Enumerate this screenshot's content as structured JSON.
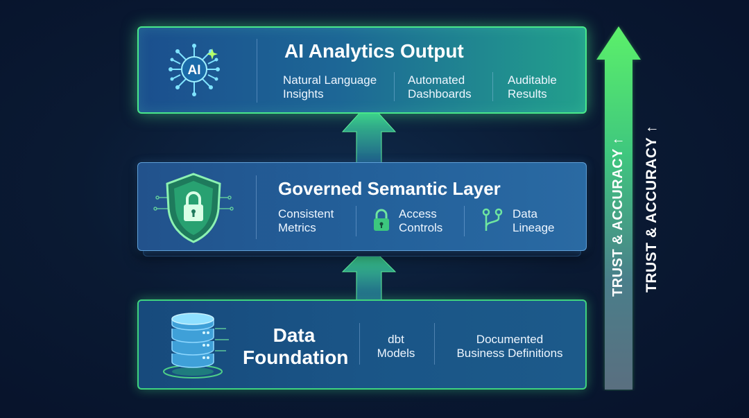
{
  "layers": {
    "ai": {
      "title": "AI Analytics Output",
      "items": [
        "Natural Language\nInsights",
        "Automated\nDashboards",
        "Auditable\nResults"
      ],
      "icon": "ai-chip-icon"
    },
    "semantic": {
      "title": "Governed Semantic Layer",
      "items": [
        "Consistent\nMetrics",
        "Access\nControls",
        "Data\nLineage"
      ],
      "icon": "shield-lock-icon"
    },
    "data": {
      "title": "Data\nFoundation",
      "items": [
        "dbt\nModels",
        "Documented\nBusiness Definitions"
      ],
      "icon": "database-icon"
    }
  },
  "trust": {
    "label_inner": "TRUST & ACCURACY ↑",
    "label_outer": "TRUST & ACCURACY ↑"
  },
  "colors": {
    "accent_green": "#49e88a",
    "layer_blue": "#1d5c93",
    "background": "#0a1a33"
  }
}
